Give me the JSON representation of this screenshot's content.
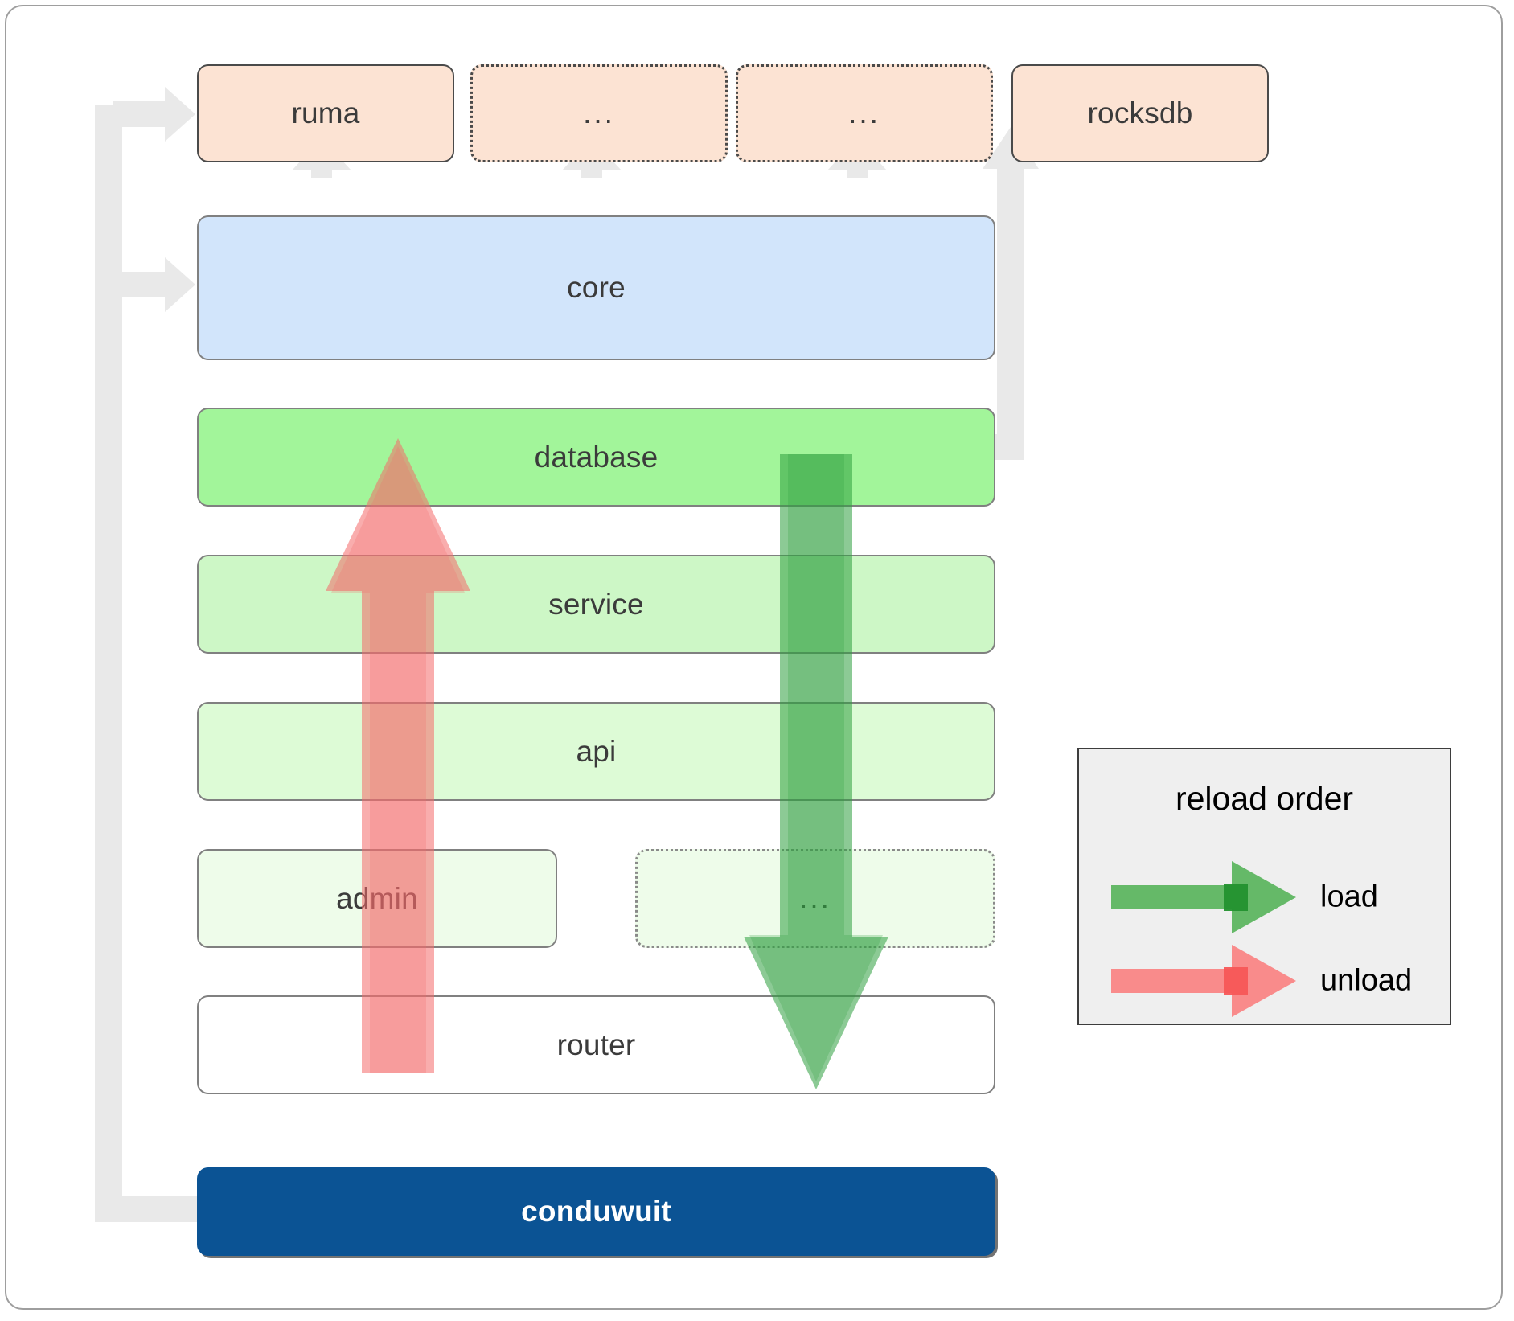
{
  "diagram": {
    "title": "conduwuit crate / reload order architecture",
    "colors": {
      "orange_fill": "#fce3d3",
      "blue_fill": "#d2e5fb",
      "green_db_fill": "#a2f59a",
      "green_service_fill": "#cdf7c6",
      "green_api_fill": "#ddfbd6",
      "green_admin_fill": "#eefcea",
      "router_fill": "#ffffff",
      "conduwuit_fill": "#0b5394",
      "conduwuit_text": "#ffffff",
      "legend_fill": "#efefef",
      "connector_gray": "#e8e8e8",
      "load_green": "#4caf50",
      "unload_red": "#f98080",
      "border_dark": "#4a4a4a",
      "border_gray": "#808080"
    },
    "external_row": [
      {
        "label": "ruma",
        "style": "solid",
        "name": "ruma"
      },
      {
        "label": "...",
        "style": "dotted",
        "name": "ellipsis-1"
      },
      {
        "label": "...",
        "style": "dotted",
        "name": "ellipsis-2"
      },
      {
        "label": "rocksdb",
        "style": "solid",
        "name": "rocksdb"
      }
    ],
    "core": {
      "label": "core"
    },
    "layers": [
      {
        "label": "database",
        "name": "database"
      },
      {
        "label": "service",
        "name": "service"
      },
      {
        "label": "api",
        "name": "api"
      },
      {
        "label": "admin",
        "name": "admin"
      },
      {
        "label": "...",
        "name": "layer-ellipsis"
      },
      {
        "label": "router",
        "name": "router"
      }
    ],
    "root": {
      "label": "conduwuit"
    },
    "legend": {
      "title": "reload order",
      "entries": [
        {
          "label": "load",
          "color": "#4caf50",
          "direction": "down"
        },
        {
          "label": "unload",
          "color": "#f98080",
          "direction": "up"
        }
      ]
    }
  }
}
